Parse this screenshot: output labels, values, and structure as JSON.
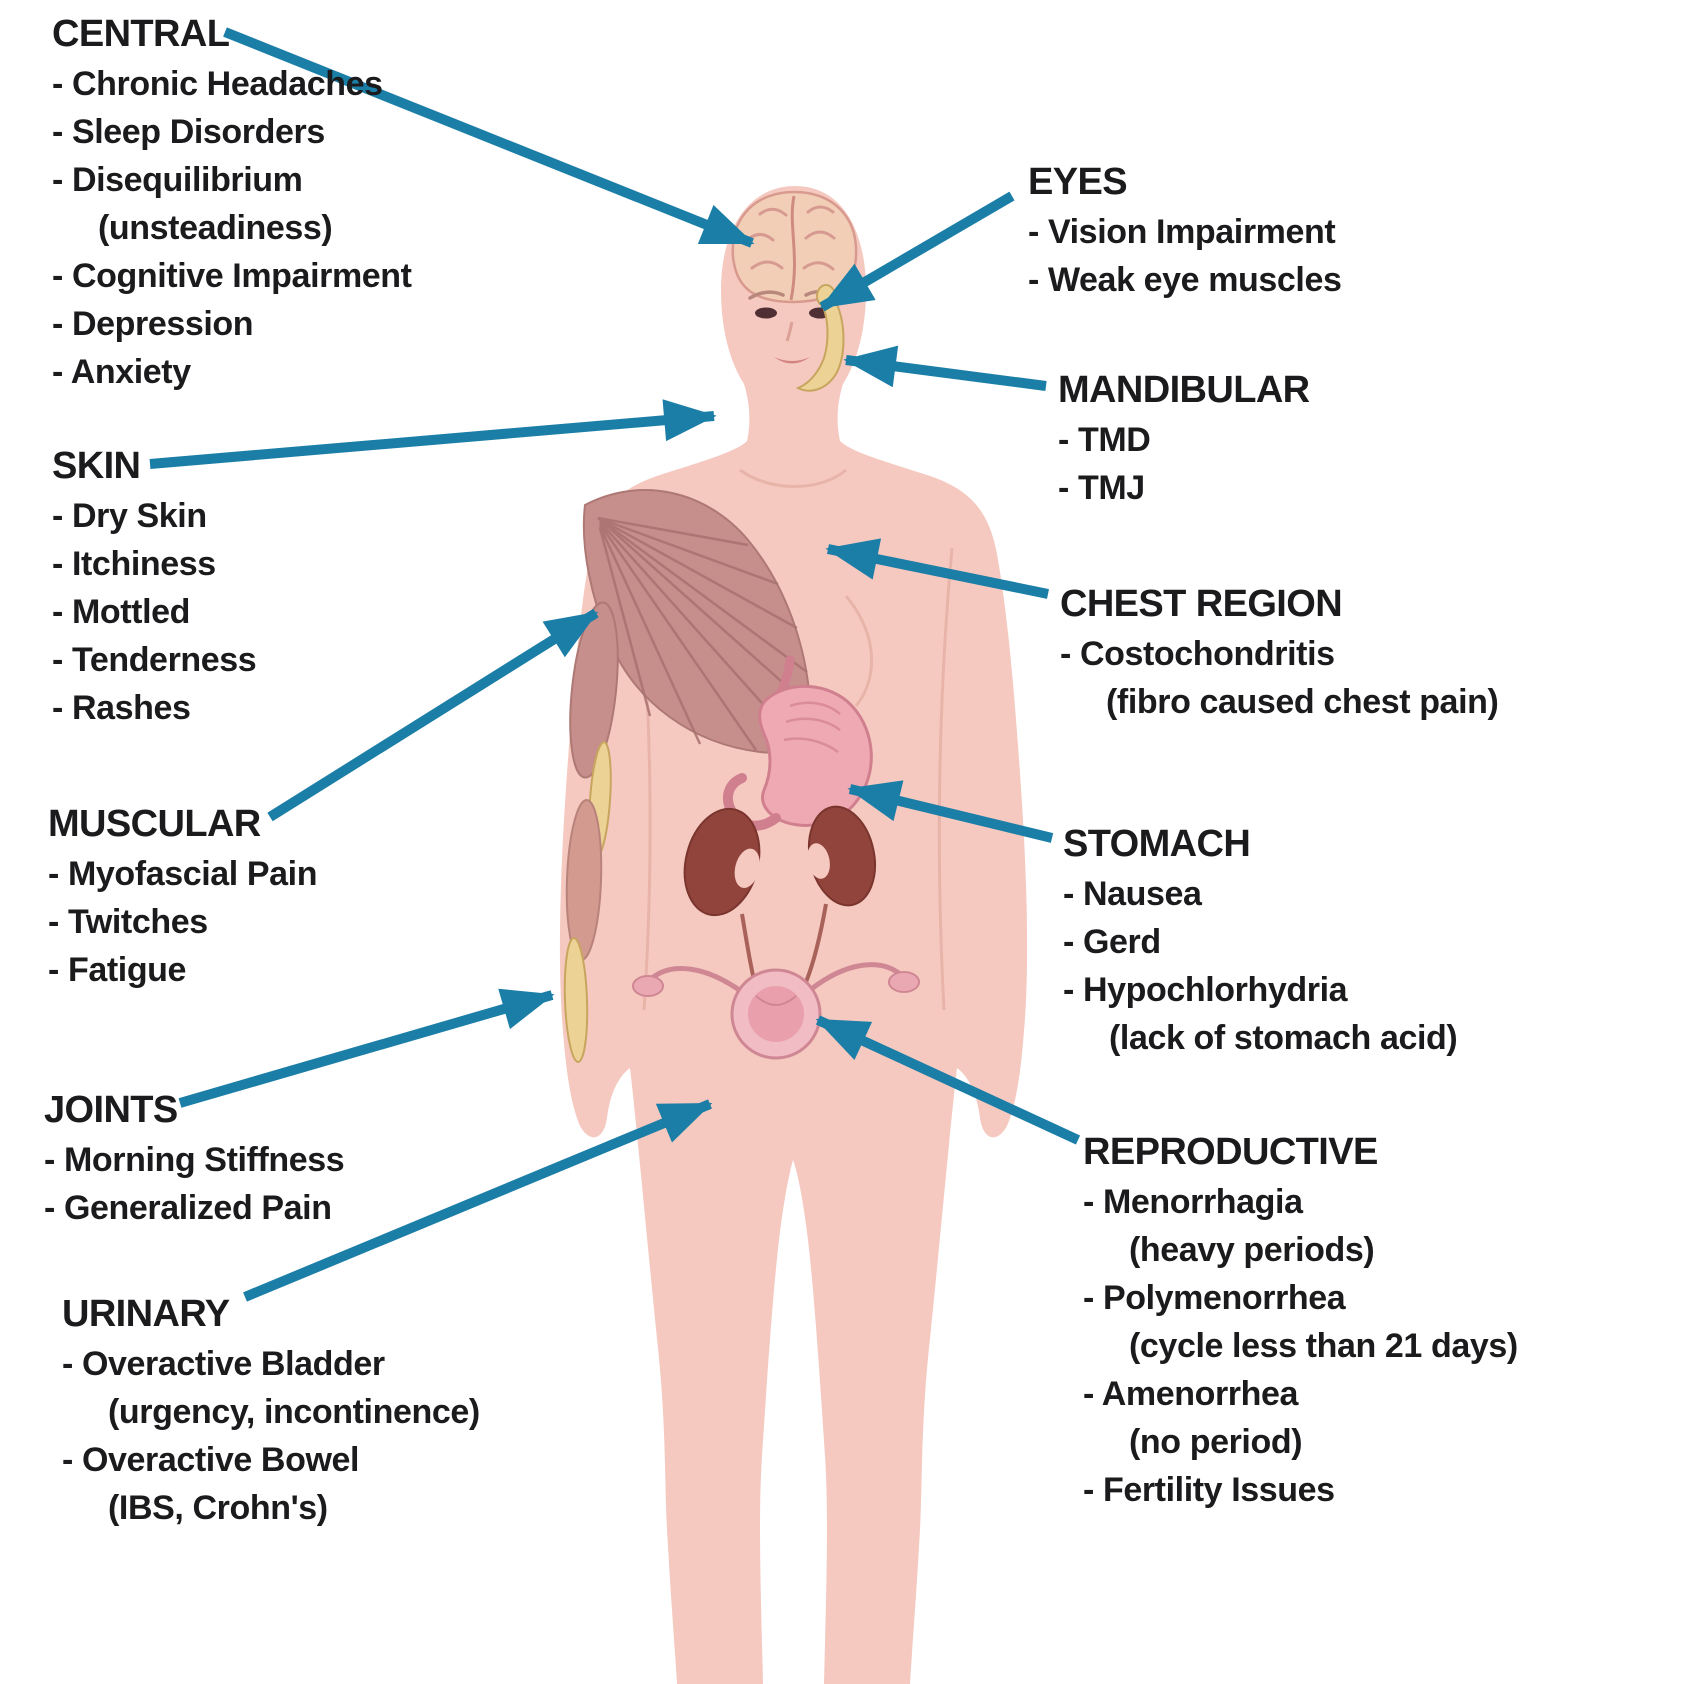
{
  "title": "Fibromyalgia symptoms body diagram",
  "colors": {
    "arrow": "#1b7ea7",
    "text": "#1b1b1d",
    "body_skin": "#f5c9c0",
    "muscle": "#c68f8c",
    "kidney": "#91443c",
    "stomach_organ": "#efa9b2",
    "tendon": "#ecd395"
  },
  "sections": {
    "central": {
      "title": "CENTRAL",
      "items": [
        "- Chronic Headaches",
        "- Sleep Disorders",
        "- Disequilibrium",
        "(unsteadiness)",
        "- Cognitive Impairment",
        "- Depression",
        "- Anxiety"
      ]
    },
    "skin": {
      "title": "SKIN",
      "items": [
        "- Dry Skin",
        "- Itchiness",
        "- Mottled",
        "- Tenderness",
        "- Rashes"
      ]
    },
    "muscular": {
      "title": "MUSCULAR",
      "items": [
        "- Myofascial Pain",
        "- Twitches",
        "- Fatigue"
      ]
    },
    "joints": {
      "title": "JOINTS",
      "items": [
        "- Morning Stiffness",
        "- Generalized Pain"
      ]
    },
    "urinary": {
      "title": "URINARY",
      "items": [
        "- Overactive Bladder",
        "(urgency, incontinence)",
        "- Overactive Bowel",
        "(IBS, Crohn's)"
      ]
    },
    "eyes": {
      "title": "EYES",
      "items": [
        "- Vision Impairment",
        "- Weak eye muscles"
      ]
    },
    "mandibular": {
      "title": "MANDIBULAR",
      "items": [
        "- TMD",
        "- TMJ"
      ]
    },
    "chest": {
      "title": "CHEST REGION",
      "items": [
        "- Costochondritis",
        "(fibro caused chest pain)"
      ]
    },
    "stomach": {
      "title": "STOMACH",
      "items": [
        "- Nausea",
        "- Gerd",
        "- Hypochlorhydria",
        "(lack of stomach acid)"
      ]
    },
    "reproductive": {
      "title": "REPRODUCTIVE",
      "items": [
        "- Menorrhagia",
        "(heavy periods)",
        "- Polymenorrhea",
        "(cycle less than 21 days)",
        "- Amenorrhea",
        "(no period)",
        "- Fertility Issues"
      ]
    }
  },
  "connections": [
    {
      "from": "CENTRAL",
      "to": "brain"
    },
    {
      "from": "EYES",
      "to": "eyes"
    },
    {
      "from": "MANDIBULAR",
      "to": "jaw"
    },
    {
      "from": "SKIN",
      "to": "neck-shoulder"
    },
    {
      "from": "CHEST REGION",
      "to": "chest"
    },
    {
      "from": "MUSCULAR",
      "to": "shoulder-muscle"
    },
    {
      "from": "STOMACH",
      "to": "stomach-organ"
    },
    {
      "from": "JOINTS",
      "to": "wrist"
    },
    {
      "from": "REPRODUCTIVE",
      "to": "pelvis"
    },
    {
      "from": "URINARY",
      "to": "lower-abdomen"
    }
  ]
}
